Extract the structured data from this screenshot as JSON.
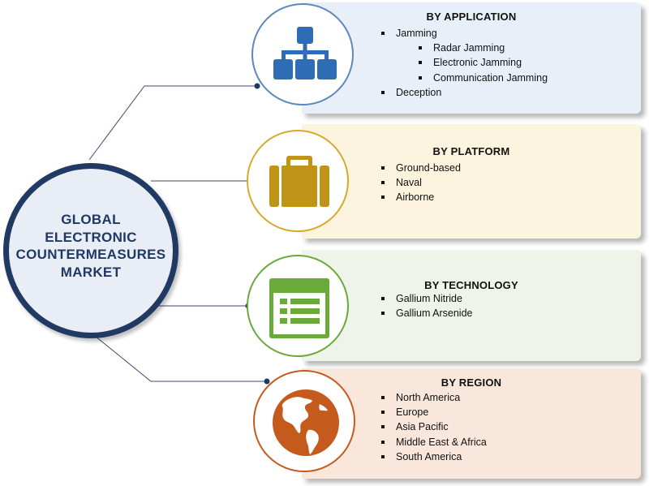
{
  "center": {
    "lines": [
      "GLOBAL",
      "ELECTRONIC",
      "COUNTERMEASURES",
      "MARKET"
    ]
  },
  "colors": {
    "hub_border": "#203a63",
    "hub_fill": "#e9edf6",
    "hub_text": "#1f3864",
    "connector": "#3c4a68"
  },
  "segments": [
    {
      "title": "BY APPLICATION",
      "icon": "hierarchy-icon",
      "accent": "#2e6db4",
      "panel_fill": "#e9eff8",
      "ring_color": "#5b88bd",
      "items": [
        {
          "label": "Jamming",
          "children": [
            "Radar Jamming",
            "Electronic Jamming",
            "Communication Jamming"
          ]
        },
        {
          "label": "Deception",
          "children": []
        }
      ]
    },
    {
      "title": "BY PLATFORM",
      "icon": "briefcase-icon",
      "accent": "#c09418",
      "panel_fill": "#fdf4df",
      "ring_color": "#d8a92e",
      "items": [
        {
          "label": "Ground-based",
          "children": []
        },
        {
          "label": "Naval",
          "children": []
        },
        {
          "label": "Airborne",
          "children": []
        }
      ]
    },
    {
      "title": "BY TECHNOLOGY",
      "icon": "list-icon",
      "accent": "#6aaa3a",
      "panel_fill": "#eef4e9",
      "ring_color": "#6aaa3a",
      "items": [
        {
          "label": "Gallium Nitride",
          "children": []
        },
        {
          "label": "Gallium Arsenide",
          "children": []
        }
      ]
    },
    {
      "title": "BY REGION",
      "icon": "globe-icon",
      "accent": "#c55a1d",
      "panel_fill": "#fae7dc",
      "ring_color": "#c55a1d",
      "items": [
        {
          "label": "North America",
          "children": []
        },
        {
          "label": "Europe",
          "children": []
        },
        {
          "label": "Asia Pacific",
          "children": []
        },
        {
          "label": "Middle East & Africa",
          "children": []
        },
        {
          "label": "South America",
          "children": []
        }
      ]
    }
  ]
}
